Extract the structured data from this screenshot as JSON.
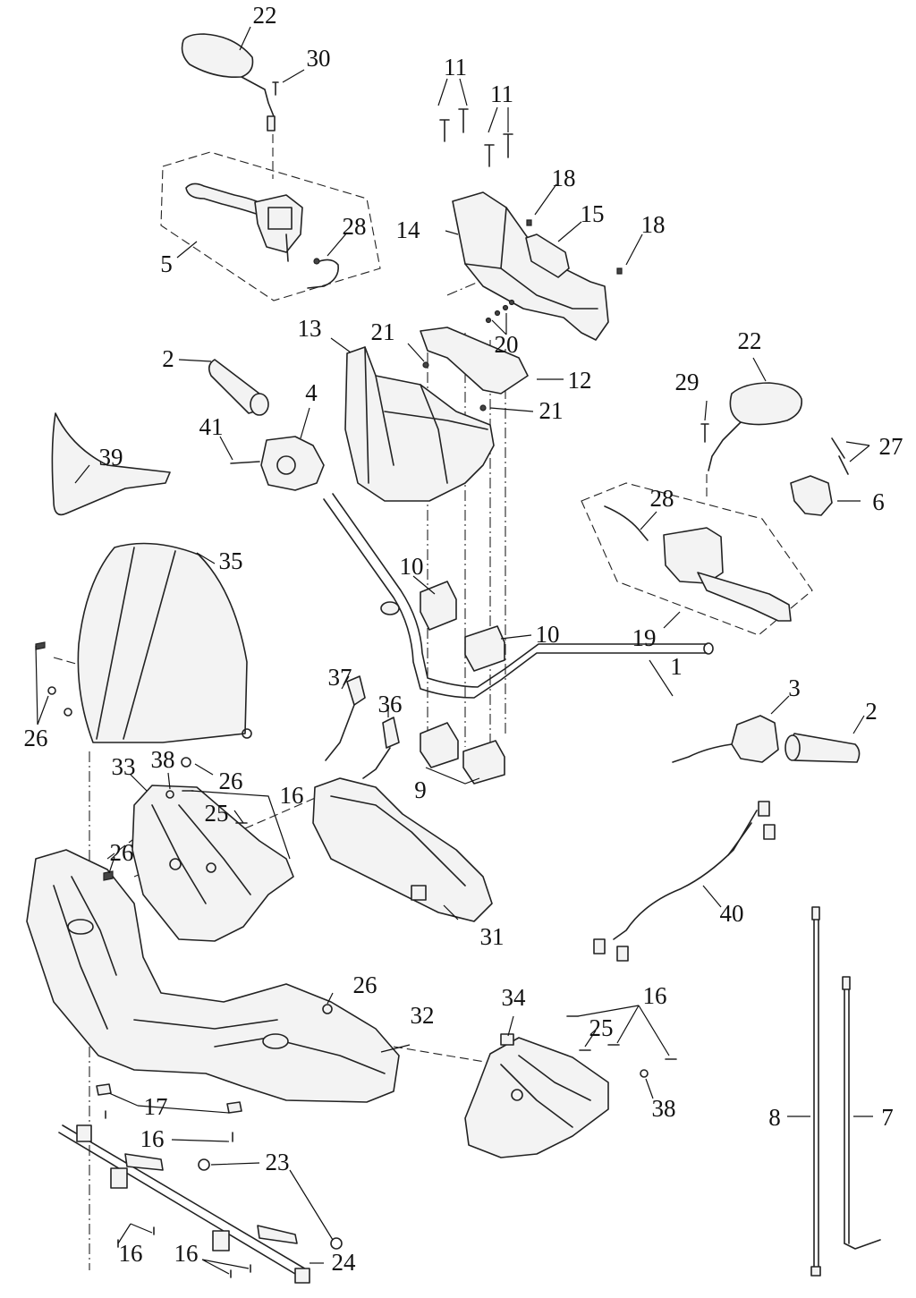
{
  "diagram": {
    "callouts": [
      {
        "id": "c22a",
        "text": "22"
      },
      {
        "id": "c30",
        "text": "30"
      },
      {
        "id": "c11a",
        "text": "11"
      },
      {
        "id": "c11b",
        "text": "11"
      },
      {
        "id": "c18a",
        "text": "18"
      },
      {
        "id": "c14",
        "text": "14"
      },
      {
        "id": "c15",
        "text": "15"
      },
      {
        "id": "c18b",
        "text": "18"
      },
      {
        "id": "c28a",
        "text": "28"
      },
      {
        "id": "c5",
        "text": "5"
      },
      {
        "id": "c13",
        "text": "13"
      },
      {
        "id": "c21a",
        "text": "21"
      },
      {
        "id": "c20",
        "text": "20"
      },
      {
        "id": "c2a",
        "text": "2"
      },
      {
        "id": "c12",
        "text": "12"
      },
      {
        "id": "c22b",
        "text": "22"
      },
      {
        "id": "c29",
        "text": "29"
      },
      {
        "id": "c21b",
        "text": "21"
      },
      {
        "id": "c4",
        "text": "4"
      },
      {
        "id": "c41",
        "text": "41"
      },
      {
        "id": "c39",
        "text": "39"
      },
      {
        "id": "c27",
        "text": "27"
      },
      {
        "id": "c6",
        "text": "6"
      },
      {
        "id": "c28b",
        "text": "28"
      },
      {
        "id": "c35",
        "text": "35"
      },
      {
        "id": "c10a",
        "text": "10"
      },
      {
        "id": "c10b",
        "text": "10"
      },
      {
        "id": "c19",
        "text": "19"
      },
      {
        "id": "c1",
        "text": "1"
      },
      {
        "id": "c37",
        "text": "37"
      },
      {
        "id": "c36",
        "text": "36"
      },
      {
        "id": "c3",
        "text": "3"
      },
      {
        "id": "c2b",
        "text": "2"
      },
      {
        "id": "c26a",
        "text": "26"
      },
      {
        "id": "c26b",
        "text": "26"
      },
      {
        "id": "c9",
        "text": "9"
      },
      {
        "id": "c33",
        "text": "33"
      },
      {
        "id": "c38a",
        "text": "38"
      },
      {
        "id": "c16a",
        "text": "16"
      },
      {
        "id": "c25a",
        "text": "25"
      },
      {
        "id": "c26c",
        "text": "26"
      },
      {
        "id": "c40",
        "text": "40"
      },
      {
        "id": "c31",
        "text": "31"
      },
      {
        "id": "c26d",
        "text": "26"
      },
      {
        "id": "c34",
        "text": "34"
      },
      {
        "id": "c16b",
        "text": "16"
      },
      {
        "id": "c32",
        "text": "32"
      },
      {
        "id": "c25b",
        "text": "25"
      },
      {
        "id": "c38b",
        "text": "38"
      },
      {
        "id": "c8",
        "text": "8"
      },
      {
        "id": "c7",
        "text": "7"
      },
      {
        "id": "c17",
        "text": "17"
      },
      {
        "id": "c16c",
        "text": "16"
      },
      {
        "id": "c23",
        "text": "23"
      },
      {
        "id": "c16d",
        "text": "16"
      },
      {
        "id": "c16e",
        "text": "16"
      },
      {
        "id": "c24",
        "text": "24"
      }
    ]
  }
}
